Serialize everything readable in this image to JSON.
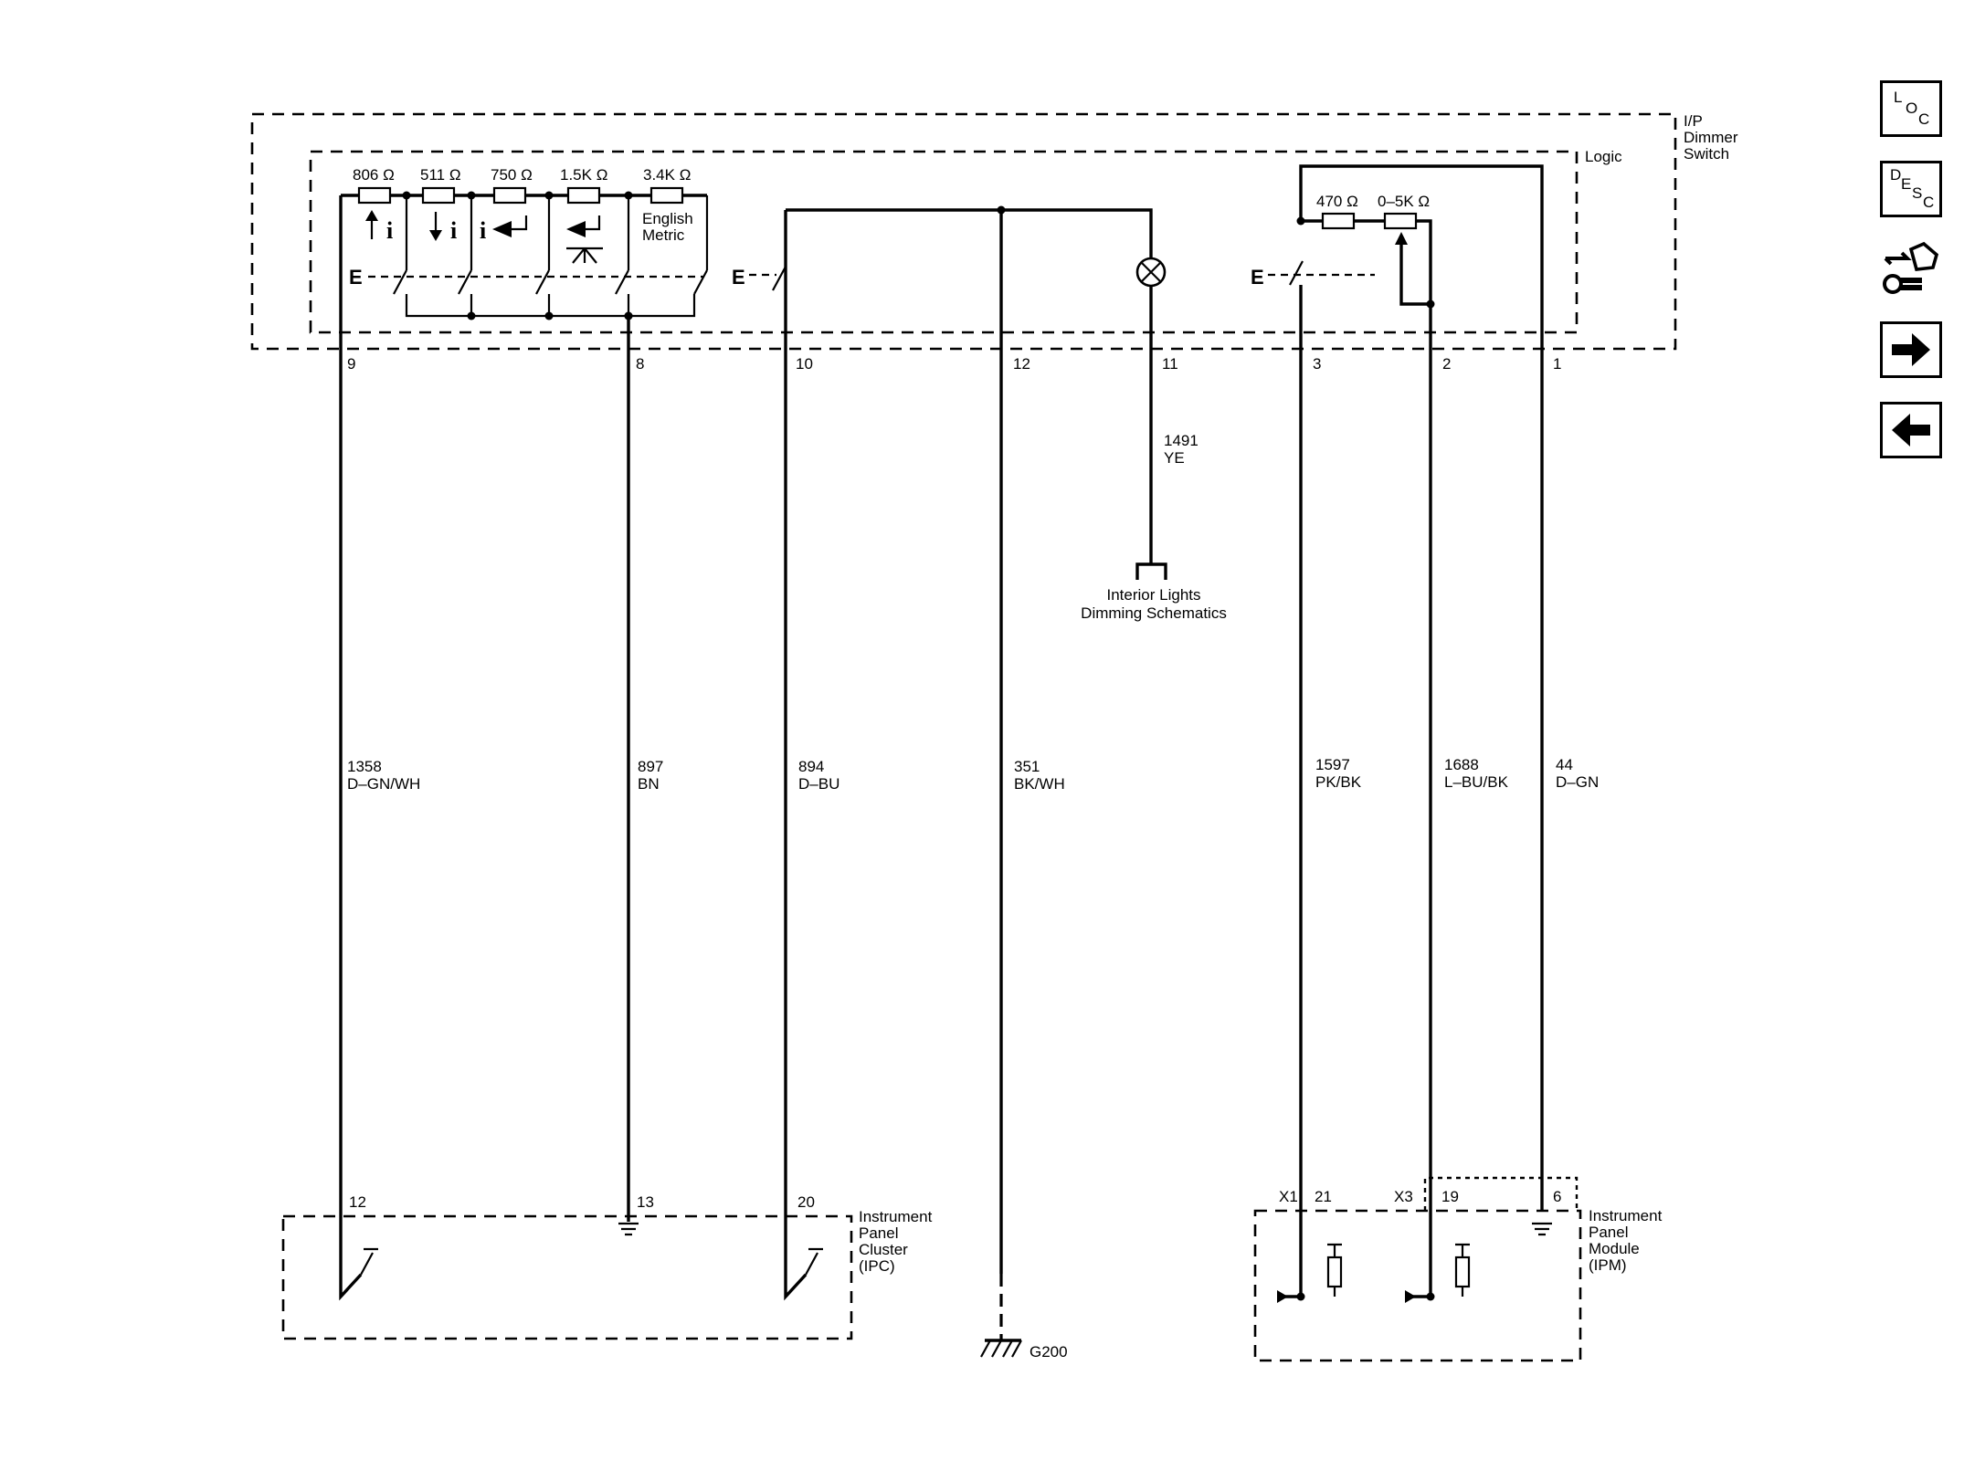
{
  "modules": {
    "dimmer": {
      "name_lines": [
        "I/P",
        "Dimmer",
        "Switch"
      ]
    },
    "logic": {
      "name": "Logic"
    },
    "ipc": {
      "name_lines": [
        "Instrument",
        "Panel",
        "Cluster",
        "(IPC)"
      ]
    },
    "ipm": {
      "name_lines": [
        "Instrument",
        "Panel",
        "Module",
        "(IPM)"
      ]
    }
  },
  "resistors": [
    {
      "value": "806 Ω"
    },
    {
      "value": "511 Ω"
    },
    {
      "value": "750 Ω"
    },
    {
      "value": "1.5K Ω"
    },
    {
      "value": "3.4K Ω"
    },
    {
      "value": "470 Ω"
    },
    {
      "value": "0–5K Ω"
    }
  ],
  "switch_labels": {
    "english_metric": [
      "English",
      "Metric"
    ],
    "e": "E"
  },
  "switch_pins": [
    "9",
    "8",
    "10",
    "12",
    "11",
    "3",
    "2",
    "1"
  ],
  "circuits": [
    {
      "number": "1358",
      "color": "D–GN/WH"
    },
    {
      "number": "897",
      "color": "BN"
    },
    {
      "number": "894",
      "color": "D–BU"
    },
    {
      "number": "351",
      "color": "BK/WH"
    },
    {
      "number": "1491",
      "color": "YE"
    },
    {
      "number": "1597",
      "color": "PK/BK"
    },
    {
      "number": "1688",
      "color": "L–BU/BK"
    },
    {
      "number": "44",
      "color": "D–GN"
    }
  ],
  "reference": {
    "lines": [
      "Interior Lights",
      "Dimming Schematics"
    ]
  },
  "ipc_pins": [
    "12",
    "13",
    "20"
  ],
  "ipm_pins": {
    "x1": "X1",
    "x1_pin": "21",
    "x3": "X3",
    "x3_pin": "19",
    "pin6": "6"
  },
  "ground": {
    "name": "G200"
  },
  "nav": {
    "loc": {
      "letters": [
        "L",
        "O",
        "C"
      ]
    },
    "desc": {
      "letters": [
        "D",
        "E",
        "S",
        "C"
      ]
    },
    "icons": [
      "connector-wrench-icon",
      "arrow-right-icon",
      "arrow-left-icon"
    ]
  }
}
